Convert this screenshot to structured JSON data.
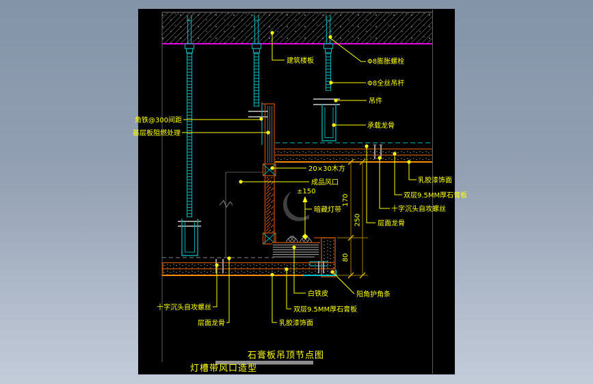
{
  "drawing_type": "cad-ceiling-node-detail",
  "titles": {
    "main": "石膏板吊顶节点图",
    "sub": "灯槽带风口造型"
  },
  "ann": {
    "louban": "建筑楼板",
    "bolt": "Φ8膨胀螺栓",
    "rod": "Φ8全丝吊杆",
    "hanger": "吊件",
    "carrier": "承载龙骨",
    "angle": "角铁@300间距",
    "base": "基层板阻燃处理",
    "wood": "20×30木方",
    "vent": "成品风口",
    "level": "±150",
    "lamp": "暗藏灯带",
    "latex_r": "乳胶漆饰面",
    "gypsum_r": "双层9.5MM厚石膏板",
    "screw_r": "十字沉头自攻螺丝",
    "keel_r": "层面龙骨",
    "tin": "白铁皮",
    "corner": "阳角护角条",
    "screw_b": "十字沉头自攻螺丝",
    "keel_b": "层面龙骨",
    "latex_b": "乳胶漆饰面",
    "gypsum_b": "双层9.5MM厚石膏板"
  },
  "dims": {
    "h_top": "170",
    "h_bottom": "80",
    "h_total": "250"
  },
  "colors": {
    "canvas": "#000000",
    "slab_line": "#ff00ff",
    "steel_teal": "#00a8a8",
    "board_orange": "#c75300",
    "board_bottom": "#ff8a00",
    "annotation_yellow": "#ffff00",
    "dimension_olive": "#a08000",
    "frame_gray": "#6e6e6e",
    "surround_top": "#8394a8",
    "surround_bottom": "#c3ccd9"
  }
}
